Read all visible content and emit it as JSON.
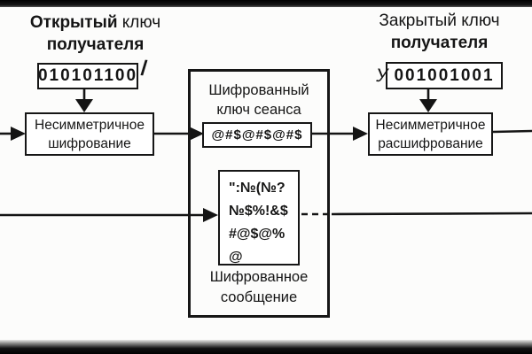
{
  "colors": {
    "ink": "#1b1b1b",
    "paper": "#fcfcfb",
    "bar": "#111111"
  },
  "left": {
    "header_word_bold": "Открытый",
    "header_word_rest": " ключ",
    "header_line2": "получателя",
    "key_value": "010101100",
    "key_slash": "/",
    "process_line1": "Несимметричное",
    "process_line2": "шифрование"
  },
  "middle": {
    "title_line1": "Шифрованный",
    "title_line2": "ключ сеанса",
    "cipher_key": "@#$@#$@#$",
    "message_lines": [
      "\":№(№?",
      "№$%!&$",
      "#@$@%",
      "@"
    ],
    "caption_line1": "Шифрованное",
    "caption_line2": "сообщение"
  },
  "right": {
    "header_line1": "Закрытый  ключ",
    "header_line2": "получателя",
    "key_prefix": "У",
    "key_value": "001001001",
    "process_line1": "Несимметричное",
    "process_line2": "расшифрование"
  }
}
